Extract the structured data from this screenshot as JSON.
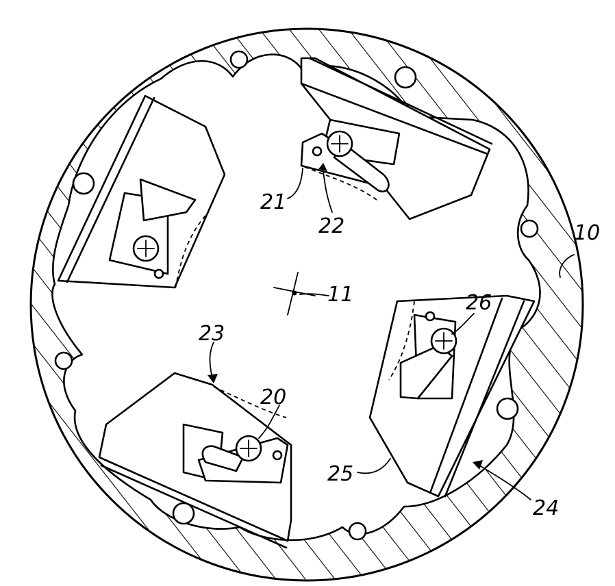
{
  "figure": {
    "labels": {
      "l10": "10",
      "l11": "11",
      "l20": "20",
      "l21": "21",
      "l22": "22",
      "l23": "23",
      "l24": "24",
      "l25": "25",
      "l26": "26"
    }
  }
}
